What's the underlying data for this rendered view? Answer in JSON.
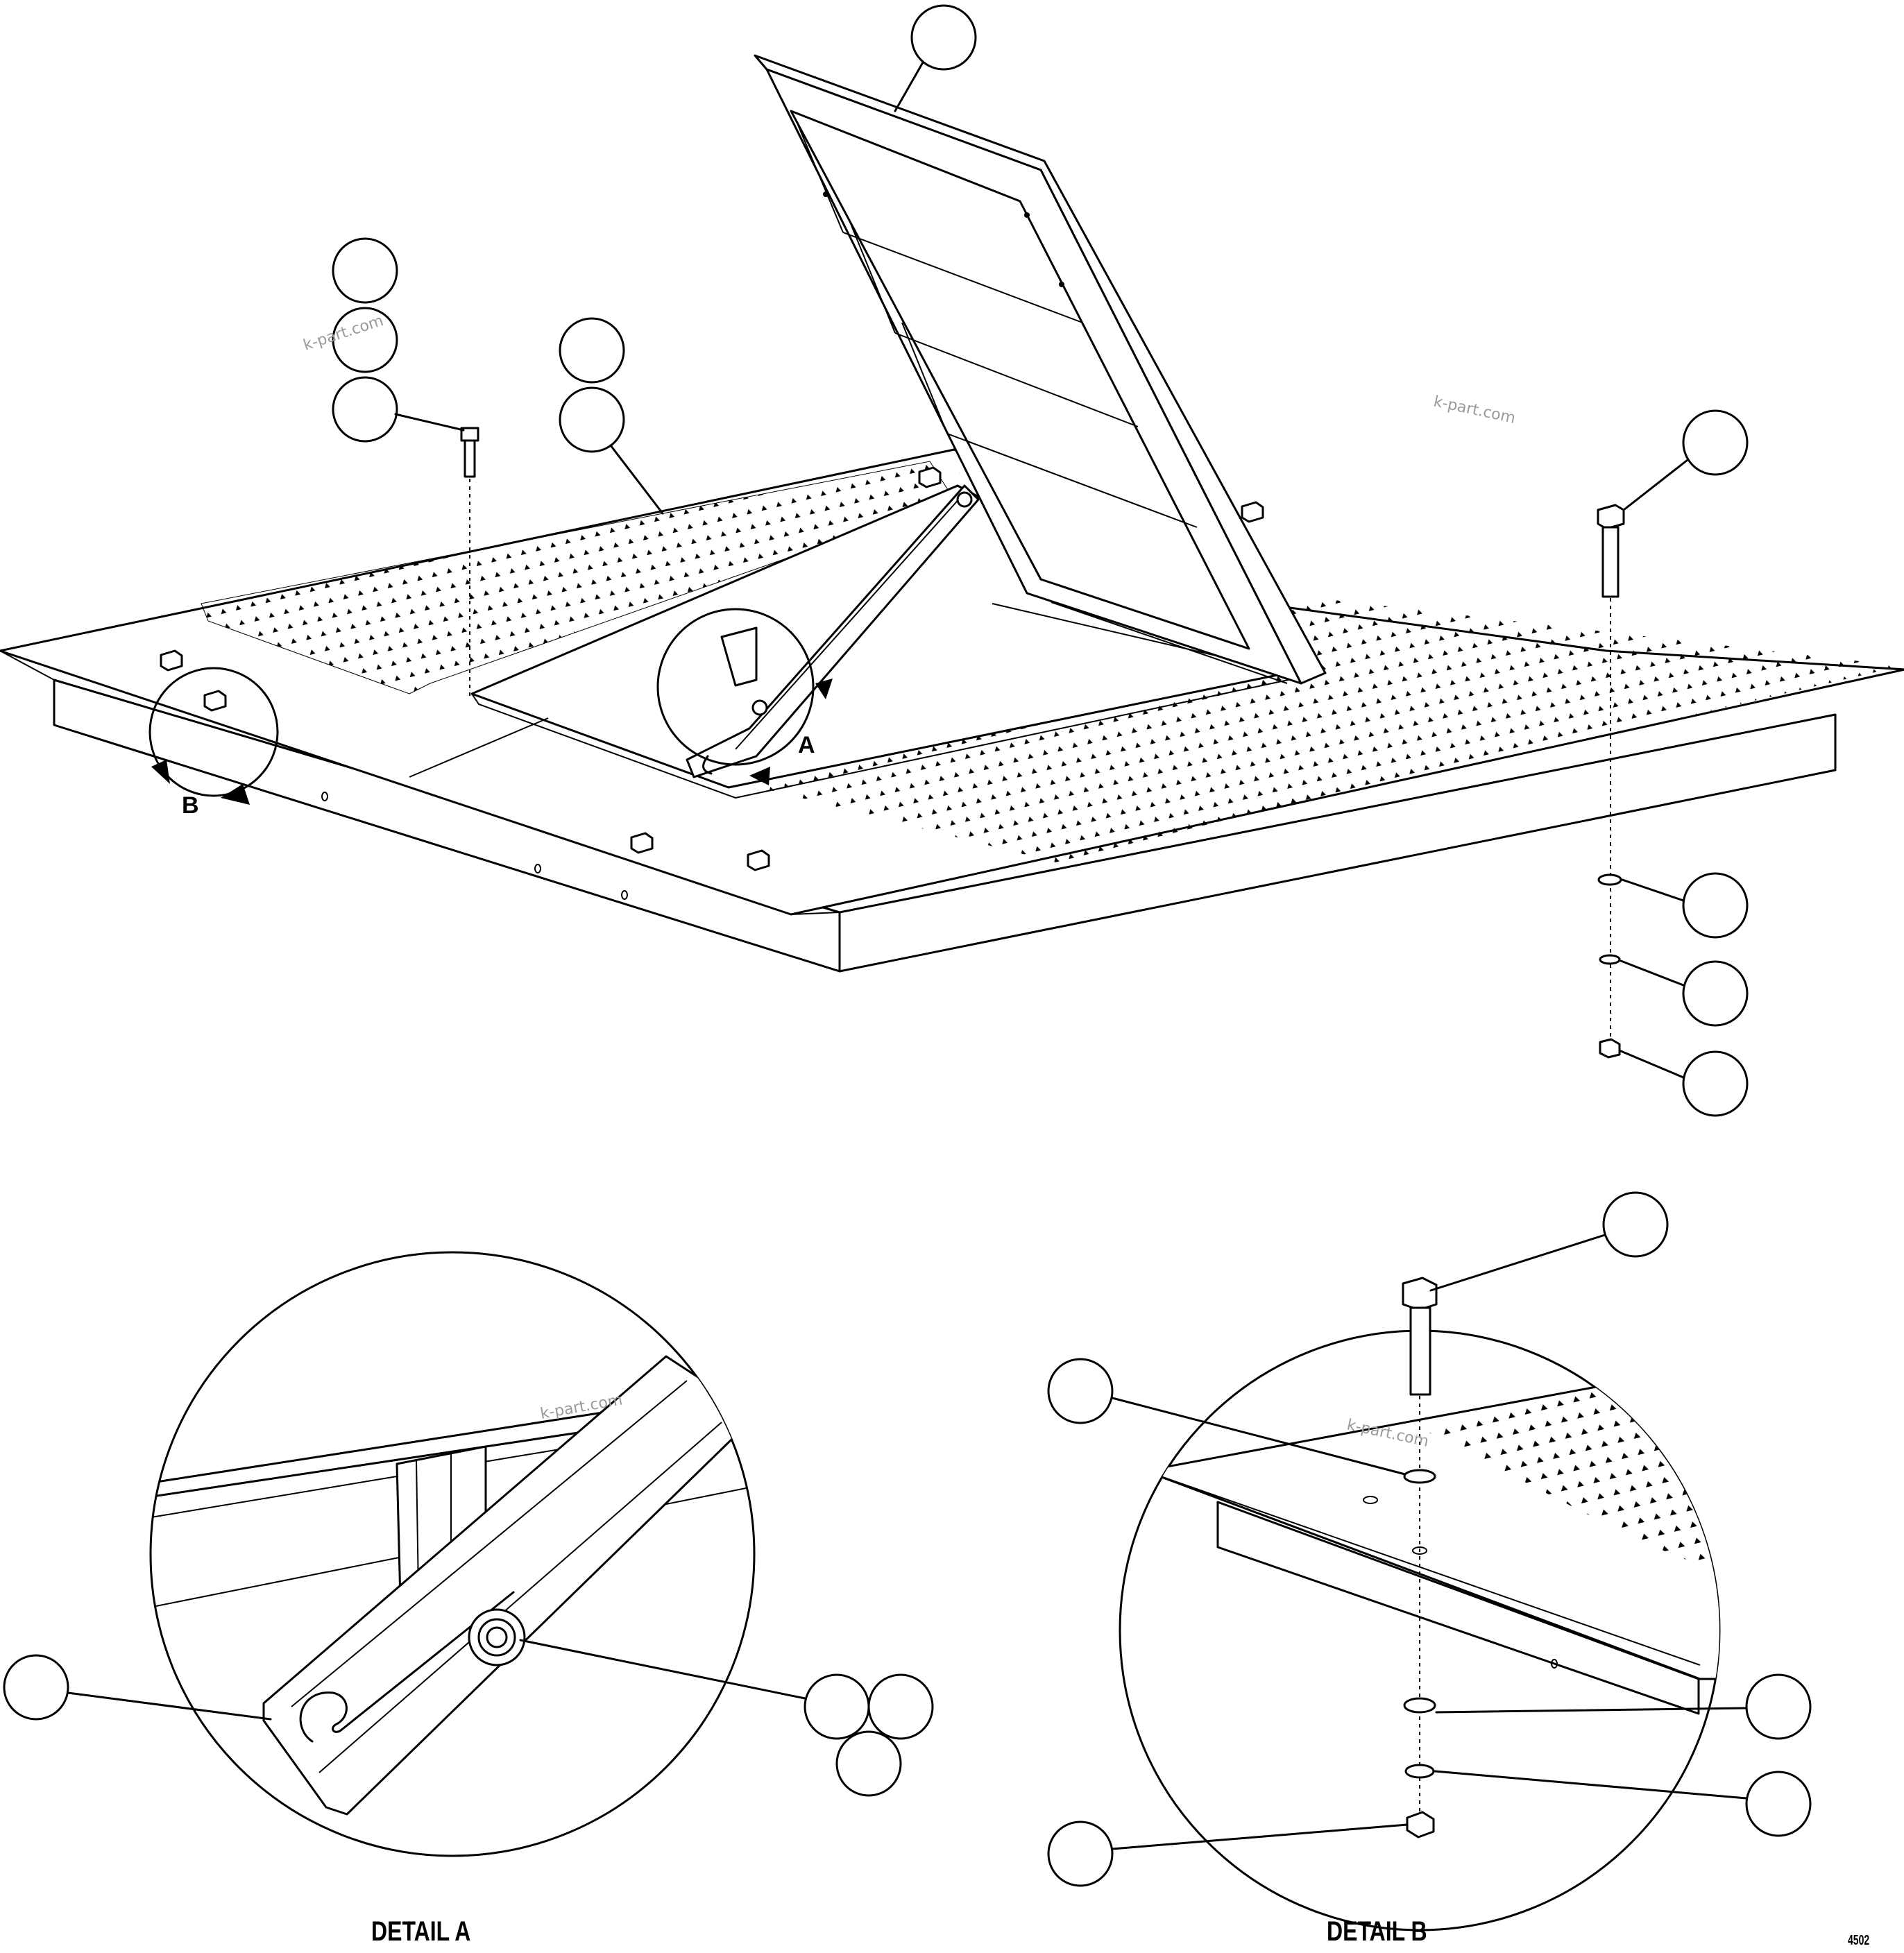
{
  "view_labels": {
    "a": "A",
    "b": "B"
  },
  "captions": {
    "detail_a": "DETAIL A",
    "detail_b": "DETAIL B"
  },
  "figure_number": "4502",
  "watermark": "k-part.com"
}
